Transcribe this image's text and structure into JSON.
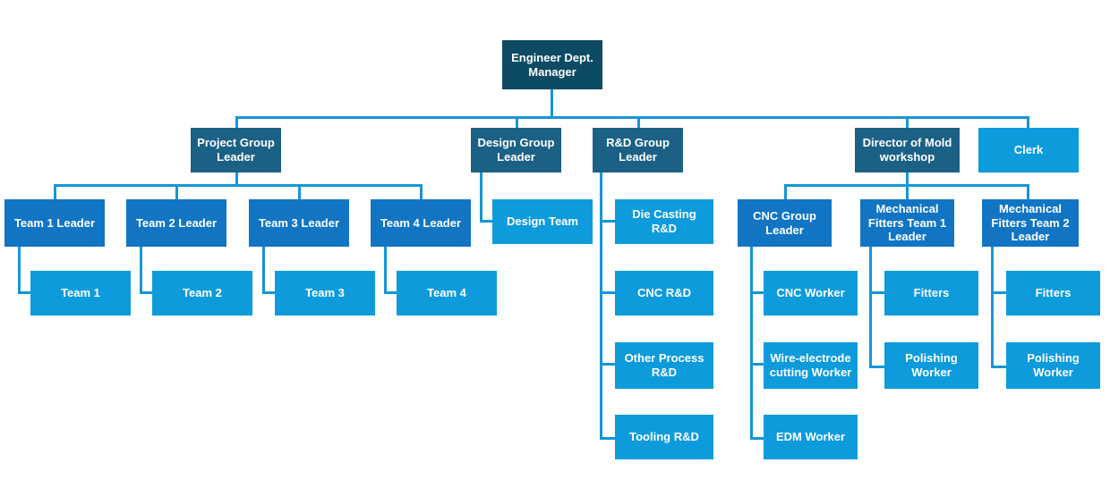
{
  "chart_data": {
    "type": "diagram",
    "title": "Engineer Department Organization Chart",
    "orientation": "top-down hierarchy",
    "palette": {
      "root": "#0c4b63",
      "group": "#1b6186",
      "team": "#1175c4",
      "leaf": "#0e9bdc",
      "connector": "#1596d6",
      "background": "#ffffff",
      "text": "#ffffff"
    },
    "levels": [
      "root",
      "group",
      "team",
      "leaf"
    ],
    "nodes": [
      {
        "id": "root",
        "label": "Engineer Dept.\nManager",
        "level": "root",
        "parent": null
      },
      {
        "id": "project_group",
        "label": "Project Group\nLeader",
        "level": "group",
        "parent": "root"
      },
      {
        "id": "design_group",
        "label": "Design Group\nLeader",
        "level": "group",
        "parent": "root"
      },
      {
        "id": "rnd_group",
        "label": "R&D Group\nLeader",
        "level": "group",
        "parent": "root"
      },
      {
        "id": "mold_director",
        "label": "Director of Mold\nworkshop",
        "level": "group",
        "parent": "root"
      },
      {
        "id": "clerk",
        "label": "Clerk",
        "level": "leaf",
        "parent": "root"
      },
      {
        "id": "team1_leader",
        "label": "Team 1 Leader",
        "level": "team",
        "parent": "project_group"
      },
      {
        "id": "team2_leader",
        "label": "Team 2 Leader",
        "level": "team",
        "parent": "project_group"
      },
      {
        "id": "team3_leader",
        "label": "Team 3 Leader",
        "level": "team",
        "parent": "project_group"
      },
      {
        "id": "team4_leader",
        "label": "Team 4 Leader",
        "level": "team",
        "parent": "project_group"
      },
      {
        "id": "team1",
        "label": "Team 1",
        "level": "leaf",
        "parent": "team1_leader"
      },
      {
        "id": "team2",
        "label": "Team 2",
        "level": "leaf",
        "parent": "team2_leader"
      },
      {
        "id": "team3",
        "label": "Team 3",
        "level": "leaf",
        "parent": "team3_leader"
      },
      {
        "id": "team4",
        "label": "Team 4",
        "level": "leaf",
        "parent": "team4_leader"
      },
      {
        "id": "design_team",
        "label": "Design Team",
        "level": "leaf",
        "parent": "design_group"
      },
      {
        "id": "die_casting_rnd",
        "label": "Die Casting R&D",
        "level": "leaf",
        "parent": "rnd_group"
      },
      {
        "id": "cnc_rnd",
        "label": "CNC R&D",
        "level": "leaf",
        "parent": "rnd_group"
      },
      {
        "id": "other_proc_rnd",
        "label": "Other Process\nR&D",
        "level": "leaf",
        "parent": "rnd_group"
      },
      {
        "id": "tooling_rnd",
        "label": "Tooling R&D",
        "level": "leaf",
        "parent": "rnd_group"
      },
      {
        "id": "cnc_group",
        "label": "CNC Group\nLeader",
        "level": "team",
        "parent": "mold_director"
      },
      {
        "id": "fitters_t1",
        "label": "Mechanical\nFitters  Team 1\nLeader",
        "level": "team",
        "parent": "mold_director"
      },
      {
        "id": "fitters_t2",
        "label": "Mechanical\nFitters Team 2\nLeader",
        "level": "team",
        "parent": "mold_director"
      },
      {
        "id": "cnc_worker",
        "label": "CNC Worker",
        "level": "leaf",
        "parent": "cnc_group"
      },
      {
        "id": "wire_worker",
        "label": "Wire-electrode\ncutting Worker",
        "level": "leaf",
        "parent": "cnc_group"
      },
      {
        "id": "edm_worker",
        "label": "EDM Worker",
        "level": "leaf",
        "parent": "cnc_group"
      },
      {
        "id": "fitters_1",
        "label": "Fitters",
        "level": "leaf",
        "parent": "fitters_t1"
      },
      {
        "id": "polishing_1",
        "label": "Polishing\nWorker",
        "level": "leaf",
        "parent": "fitters_t1"
      },
      {
        "id": "fitters_2",
        "label": "Fitters",
        "level": "leaf",
        "parent": "fitters_t2"
      },
      {
        "id": "polishing_2",
        "label": "Polishing\nWorker",
        "level": "leaf",
        "parent": "fitters_t2"
      }
    ]
  },
  "nodes": {
    "root": {
      "label": "Engineer Dept.\nManager"
    },
    "project_group": {
      "label": "Project Group\nLeader"
    },
    "design_group": {
      "label": "Design Group\nLeader"
    },
    "rnd_group": {
      "label": "R&D Group\nLeader"
    },
    "mold_director": {
      "label": "Director of Mold\nworkshop"
    },
    "clerk": {
      "label": "Clerk"
    },
    "team1_leader": {
      "label": "Team 1 Leader"
    },
    "team2_leader": {
      "label": "Team 2 Leader"
    },
    "team3_leader": {
      "label": "Team 3 Leader"
    },
    "team4_leader": {
      "label": "Team 4 Leader"
    },
    "team1": {
      "label": "Team 1"
    },
    "team2": {
      "label": "Team 2"
    },
    "team3": {
      "label": "Team 3"
    },
    "team4": {
      "label": "Team 4"
    },
    "design_team": {
      "label": "Design Team"
    },
    "die_casting_rnd": {
      "label": "Die Casting R&D"
    },
    "cnc_rnd": {
      "label": "CNC R&D"
    },
    "other_proc_rnd": {
      "label": "Other Process\nR&D"
    },
    "tooling_rnd": {
      "label": "Tooling R&D"
    },
    "cnc_group": {
      "label": "CNC Group\nLeader"
    },
    "fitters_t1": {
      "label": "Mechanical\nFitters  Team 1\nLeader"
    },
    "fitters_t2": {
      "label": "Mechanical\nFitters Team 2\nLeader"
    },
    "cnc_worker": {
      "label": "CNC Worker"
    },
    "wire_worker": {
      "label": "Wire-electrode\ncutting Worker"
    },
    "edm_worker": {
      "label": "EDM Worker"
    },
    "fitters_1": {
      "label": "Fitters"
    },
    "polishing_1": {
      "label": "Polishing\nWorker"
    },
    "fitters_2": {
      "label": "Fitters"
    },
    "polishing_2": {
      "label": "Polishing\nWorker"
    }
  }
}
